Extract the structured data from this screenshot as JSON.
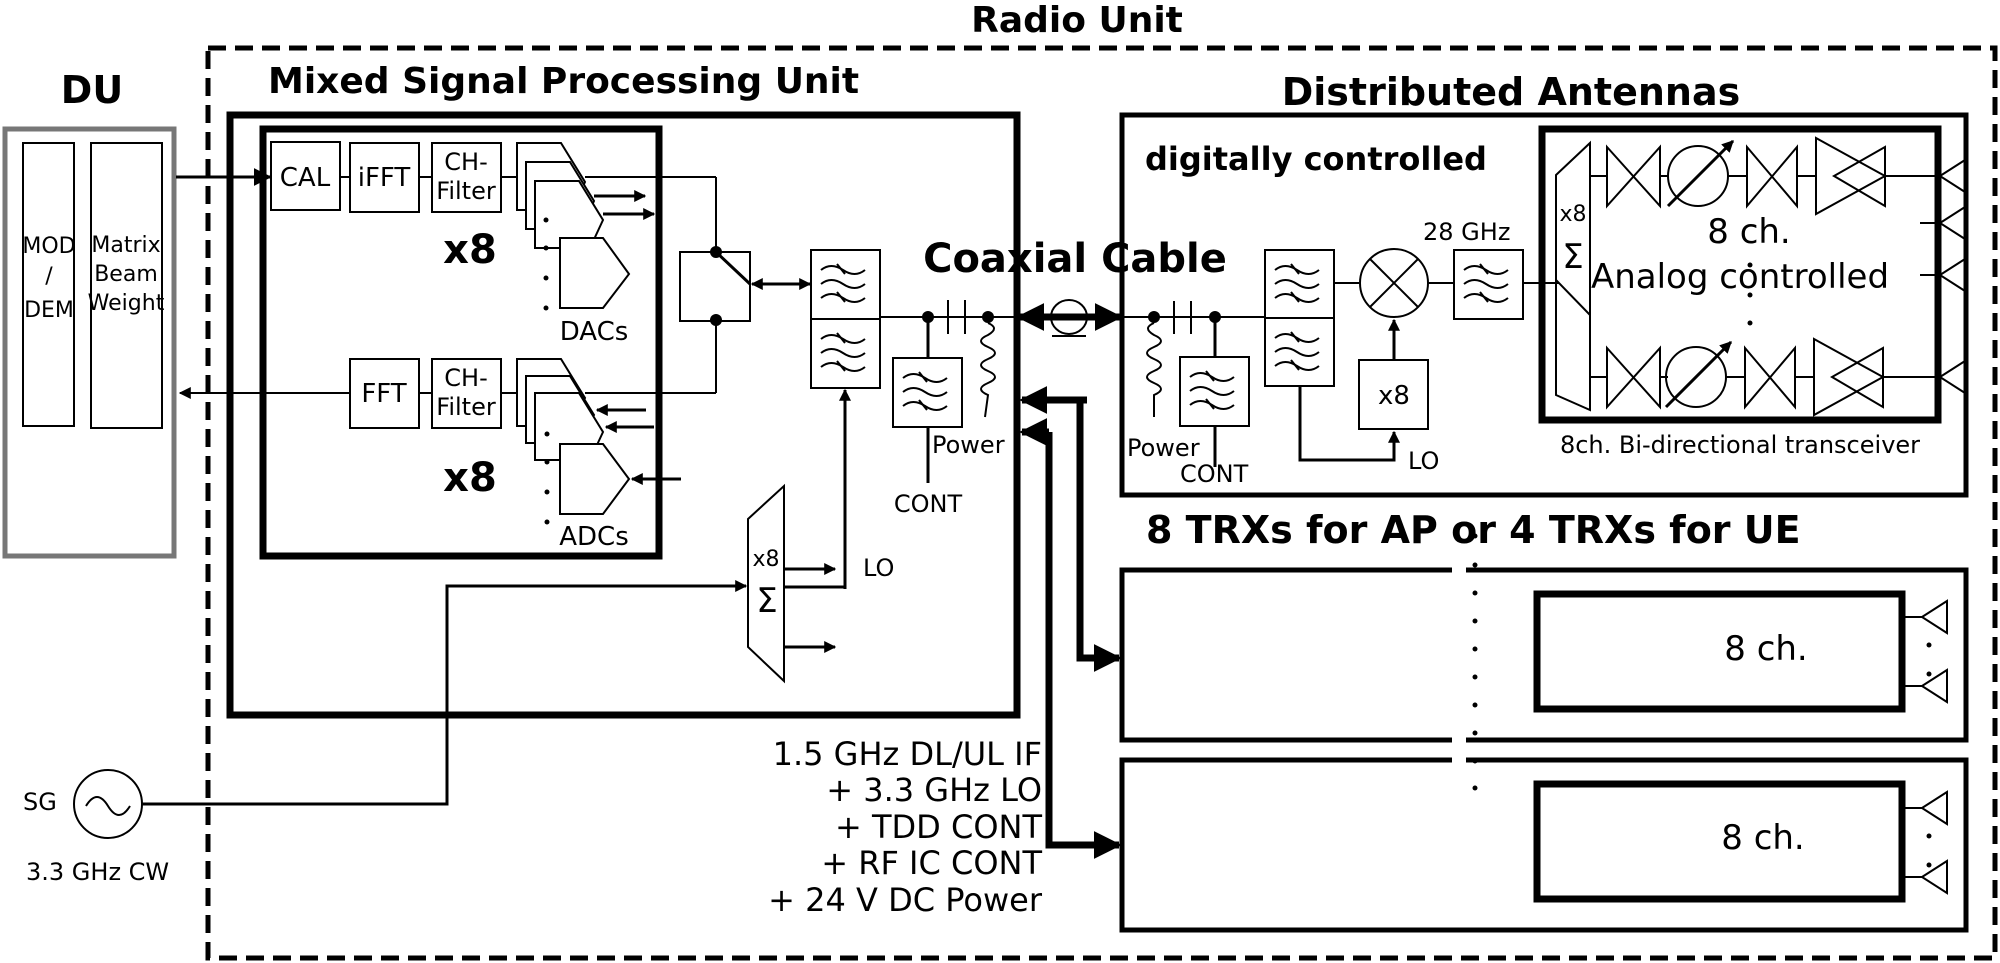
{
  "title": "Radio Unit",
  "du": {
    "label": "DU",
    "blocks": [
      "MOD\n/\nDEM",
      "Matrix\nBeam\nWeight"
    ],
    "border_color": "#777777"
  },
  "mspu": {
    "title": "Mixed Signal Processing Unit",
    "tx_chain": [
      "CAL",
      "iFFT",
      "CH-\nFilter"
    ],
    "rx_chain": [
      "FFT",
      "CH-\nFilter"
    ],
    "multiplier_tx": "x8",
    "multiplier_rx": "x8",
    "dac_label": "DACs",
    "adc_label": "ADCs",
    "combiner_mult": "x8",
    "combiner_symbol": "Σ",
    "lo_label": "LO",
    "cont_label": "CONT",
    "power_label": "Power"
  },
  "coax": {
    "label": "Coaxial Cable",
    "signal_lines": [
      "1.5 GHz DL/UL IF",
      "+ 3.3 GHz LO",
      "+ TDD CONT",
      "+ RF IC CONT",
      "+ 24 V DC Power"
    ]
  },
  "sg": {
    "label": "SG",
    "freq": "3.3 GHz CW"
  },
  "antennas": {
    "title": "Distributed Antennas",
    "subtitle": "digitally controlled",
    "freq_label": "28 GHz",
    "mult_label": "x8",
    "lo_label": "LO",
    "power_label": "Power",
    "cont_label": "CONT",
    "trx": {
      "mult": "x8",
      "symbol": "Σ",
      "ch_label": "8 ch.",
      "desc": "Analog controlled",
      "caption": "8ch. Bi-directional transceiver"
    },
    "group_title": "8 TRXs for AP or 4 TRXs for UE",
    "extra_trx_labels": [
      "8 ch.",
      "8 ch."
    ]
  }
}
